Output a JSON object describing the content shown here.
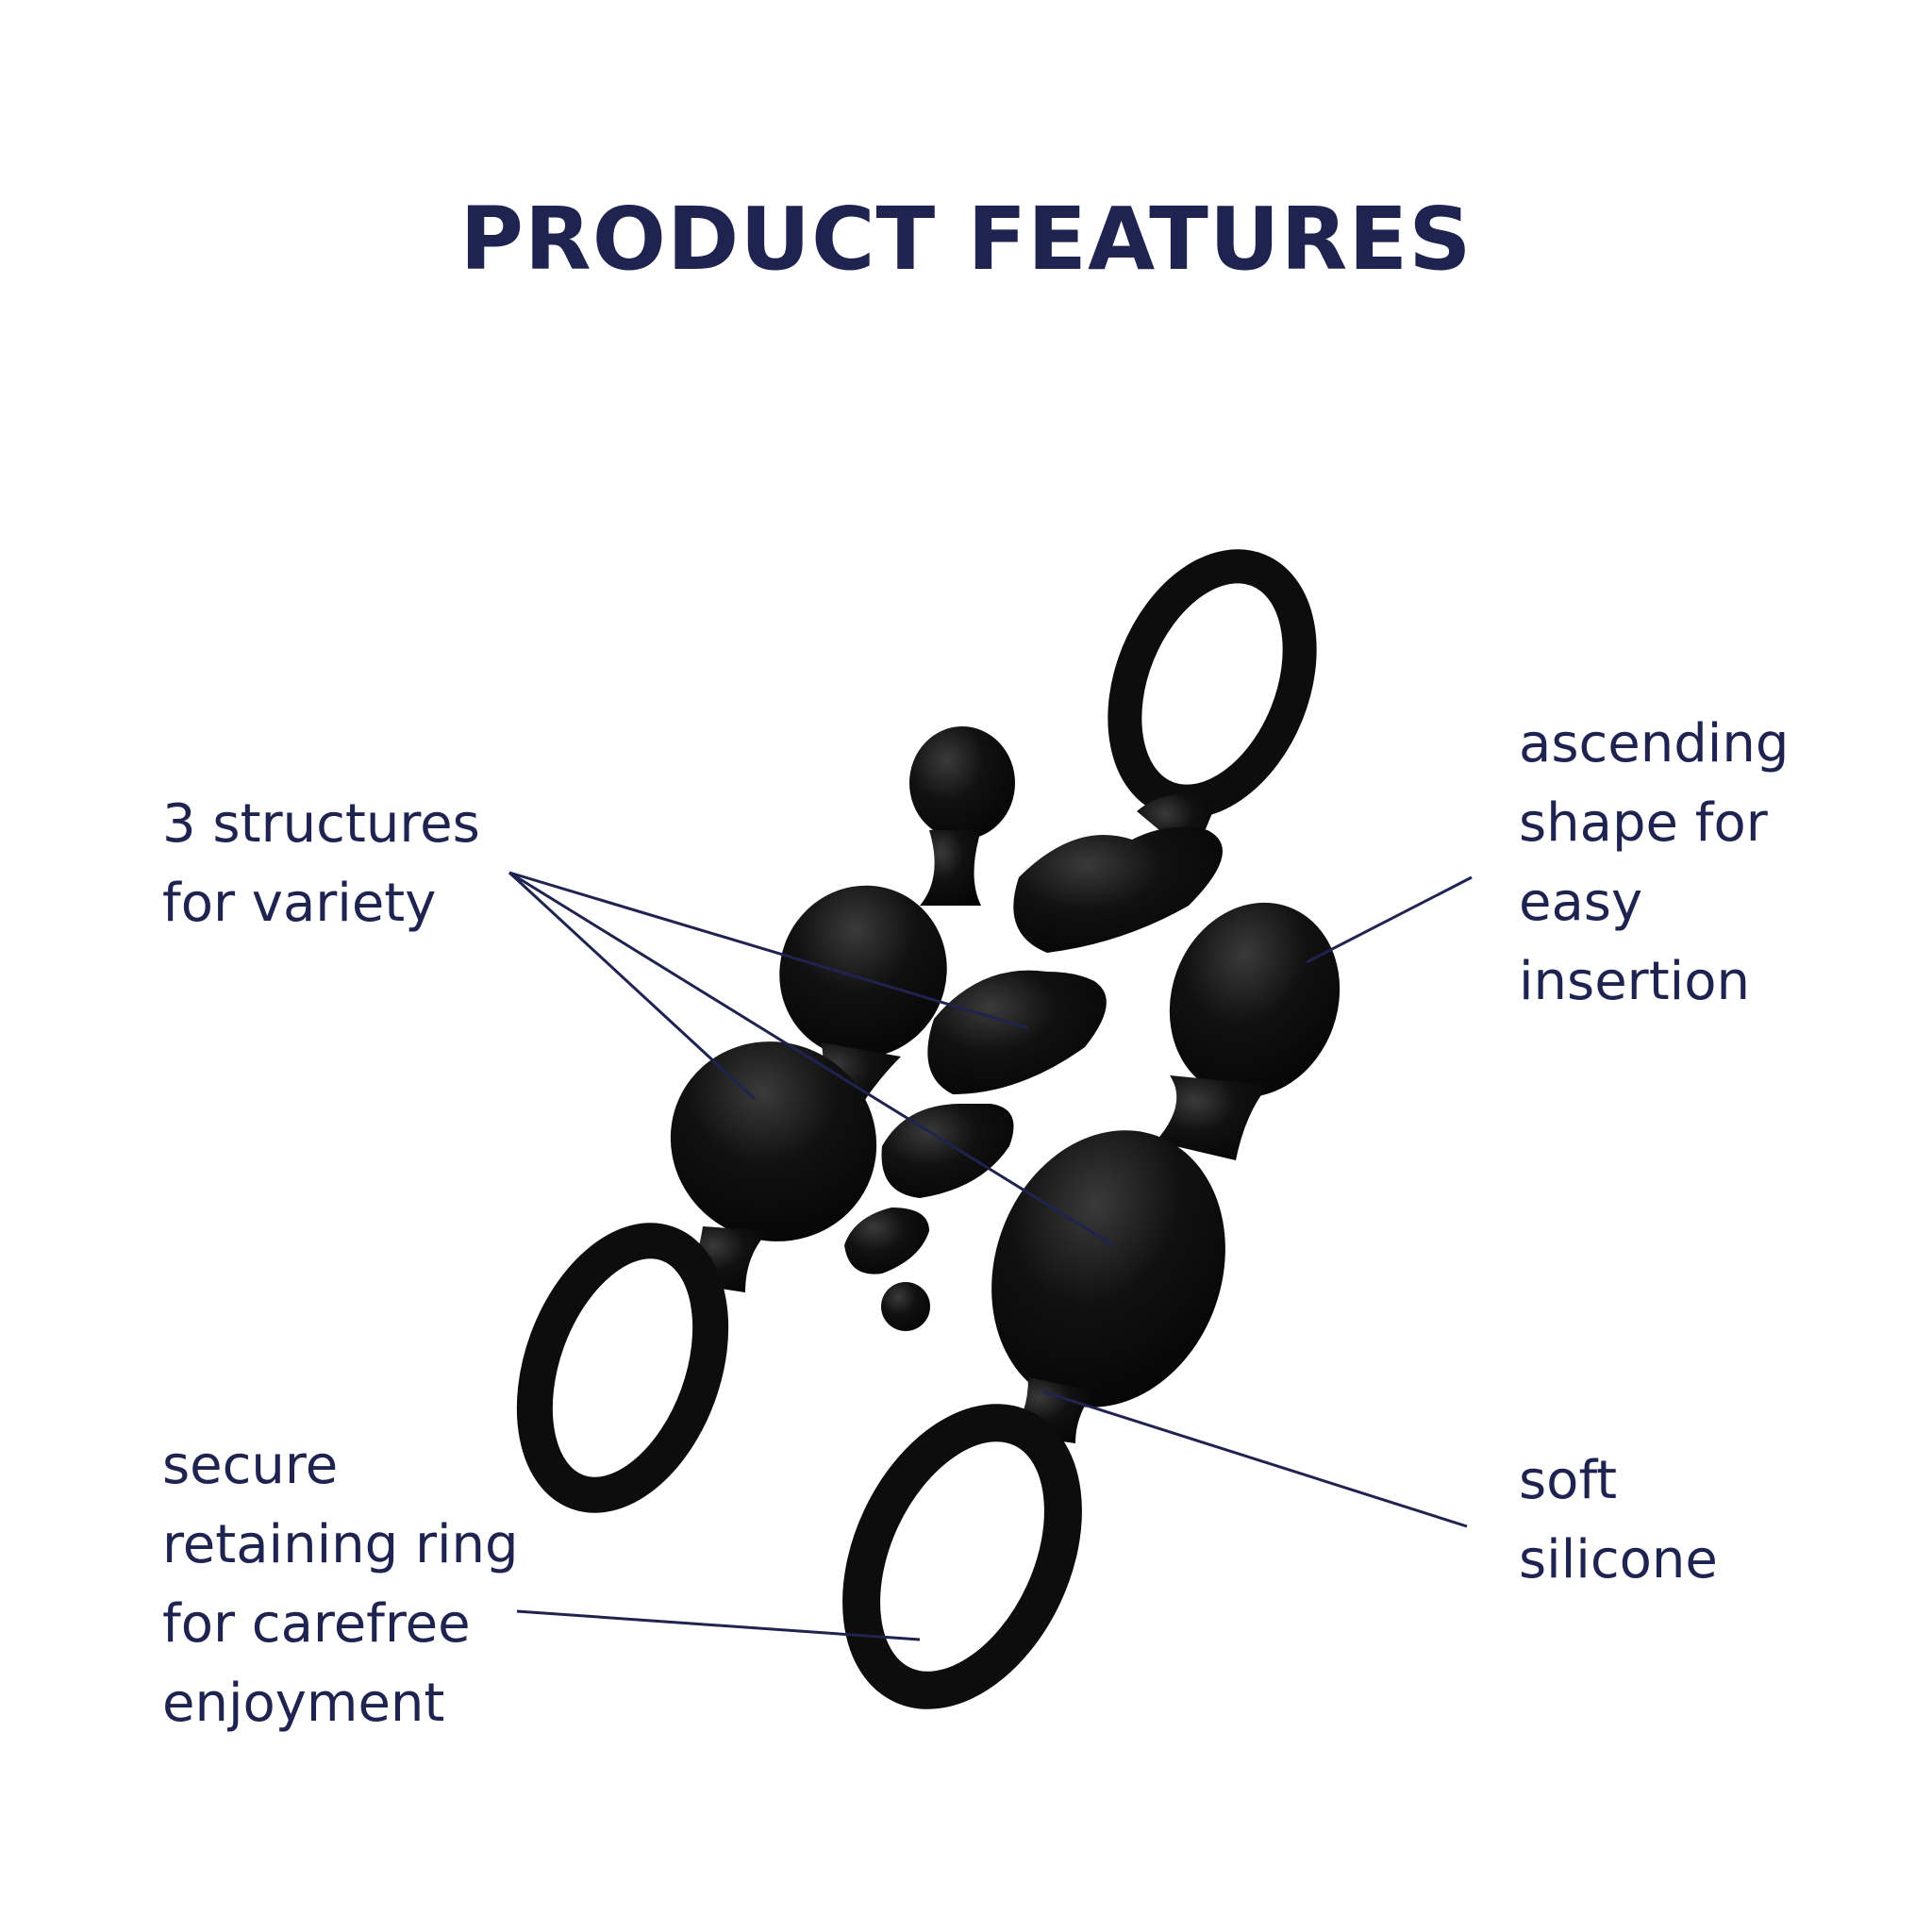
{
  "title": "PRODUCT FEATURES",
  "features": {
    "structures": [
      "3 structures",
      "for variety"
    ],
    "ascending": [
      "ascending",
      "shape for",
      "easy",
      "insertion"
    ],
    "ring": [
      "secure",
      "retaining ring",
      "for carefree",
      "enjoyment"
    ],
    "silicone": [
      "soft",
      "silicone"
    ]
  },
  "colors": {
    "text": "#1f2350",
    "product": "#0d0d0d",
    "leader_line": "#1f2350"
  }
}
